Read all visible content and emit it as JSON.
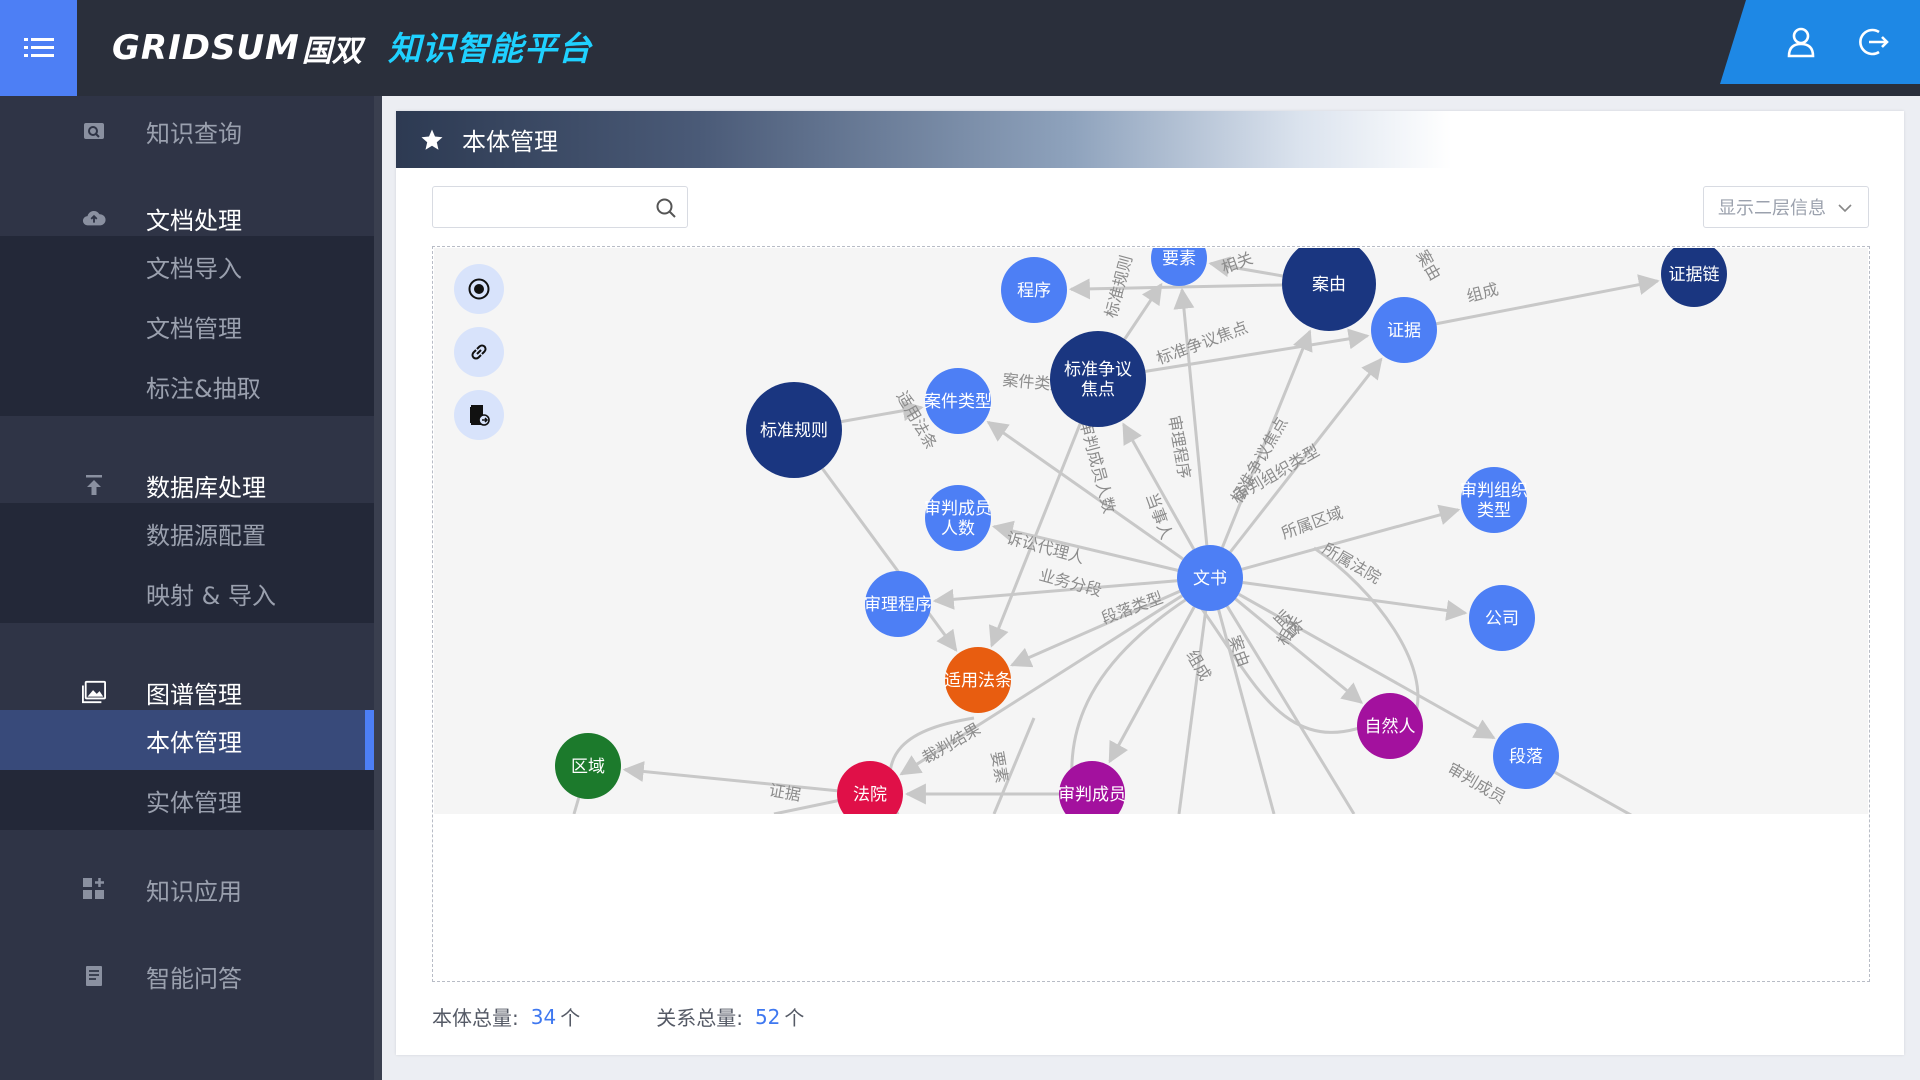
{
  "header": {
    "logo_text": "GRIDSUM",
    "logo_cn": "国双",
    "platform": "知识智能平台",
    "user_icon": "user-icon",
    "logout_icon": "logout-icon",
    "menu_icon": "menu-icon",
    "accent": "#4d7ff5"
  },
  "sidebar": {
    "groups": [
      {
        "label": "知识查询",
        "icon": "search-image-icon"
      },
      {
        "label": "文档处理",
        "icon": "cloud-upload-icon",
        "items": [
          "文档导入",
          "文档管理",
          "标注&抽取"
        ]
      },
      {
        "label": "数据库处理",
        "icon": "upload-arrow-icon",
        "items": [
          "数据源配置",
          "映射 & 导入"
        ]
      },
      {
        "label": "图谱管理",
        "icon": "image-icon",
        "items": [
          "本体管理",
          "实体管理"
        ]
      },
      {
        "label": "知识应用",
        "icon": "grid-add-icon"
      },
      {
        "label": "智能问答",
        "icon": "document-icon"
      }
    ],
    "active_item": "本体管理"
  },
  "panel": {
    "title": "本体管理",
    "search_placeholder": "",
    "select_value": "显示二层信息",
    "stats": {
      "entity_label": "本体总量:",
      "entity_count": "34",
      "entity_unit": "个",
      "relation_label": "关系总量:",
      "relation_count": "52",
      "relation_unit": "个"
    }
  },
  "graph": {
    "nodes": [
      {
        "id": "yaosu",
        "label": "要素",
        "color": "#4d7ff5"
      },
      {
        "id": "chengxu",
        "label": "程序",
        "color": "#4d7ff5"
      },
      {
        "id": "anyou",
        "label": "案由",
        "color": "#1a3680"
      },
      {
        "id": "zhengju",
        "label": "证据",
        "color": "#4d7ff5"
      },
      {
        "id": "zhengjulian",
        "label": "证据链",
        "color": "#1a3680"
      },
      {
        "id": "biaozhunzhengyi",
        "label": [
          "标准争议",
          "焦点"
        ],
        "color": "#1a3680"
      },
      {
        "id": "anjianleixing",
        "label": "案件类型",
        "color": "#4d7ff5"
      },
      {
        "id": "biaozhunguize",
        "label": "标准规则",
        "color": "#1a3680"
      },
      {
        "id": "shenpanchengyuanrenshu",
        "label": [
          "审判成员",
          "人数"
        ],
        "color": "#4d7ff5"
      },
      {
        "id": "shenpanzuzhi",
        "label": [
          "审判组织",
          "类型"
        ],
        "color": "#4d7ff5"
      },
      {
        "id": "wenshu",
        "label": "文书",
        "color": "#4d7ff5"
      },
      {
        "id": "shenlichengxu",
        "label": "审理程序",
        "color": "#4d7ff5"
      },
      {
        "id": "gongsi",
        "label": "公司",
        "color": "#4d7ff5"
      },
      {
        "id": "shiyongfatiao",
        "label": "适用法条",
        "color": "#e85d10"
      },
      {
        "id": "ziranren",
        "label": "自然人",
        "color": "#a3119e"
      },
      {
        "id": "duanluo",
        "label": "段落",
        "color": "#4d7ff5"
      },
      {
        "id": "quyu",
        "label": "区域",
        "color": "#1c7a2c"
      },
      {
        "id": "fayuan",
        "label": "法院",
        "color": "#e01048"
      },
      {
        "id": "shenpanchengyuan",
        "label": "审判成员",
        "color": "#a3119e"
      }
    ],
    "edge_labels": [
      "组成",
      "案由",
      "相关",
      "标准争议焦点",
      "标准规则",
      "适用法条",
      "案件类型",
      "审判成员人数",
      "审理程序",
      "审判组织类型",
      "当事人",
      "诉讼代理人",
      "业务分段",
      "段落类型",
      "所属区域",
      "所属法院",
      "监督",
      "审判成员",
      "证据",
      "要素",
      "裁判结果"
    ]
  }
}
